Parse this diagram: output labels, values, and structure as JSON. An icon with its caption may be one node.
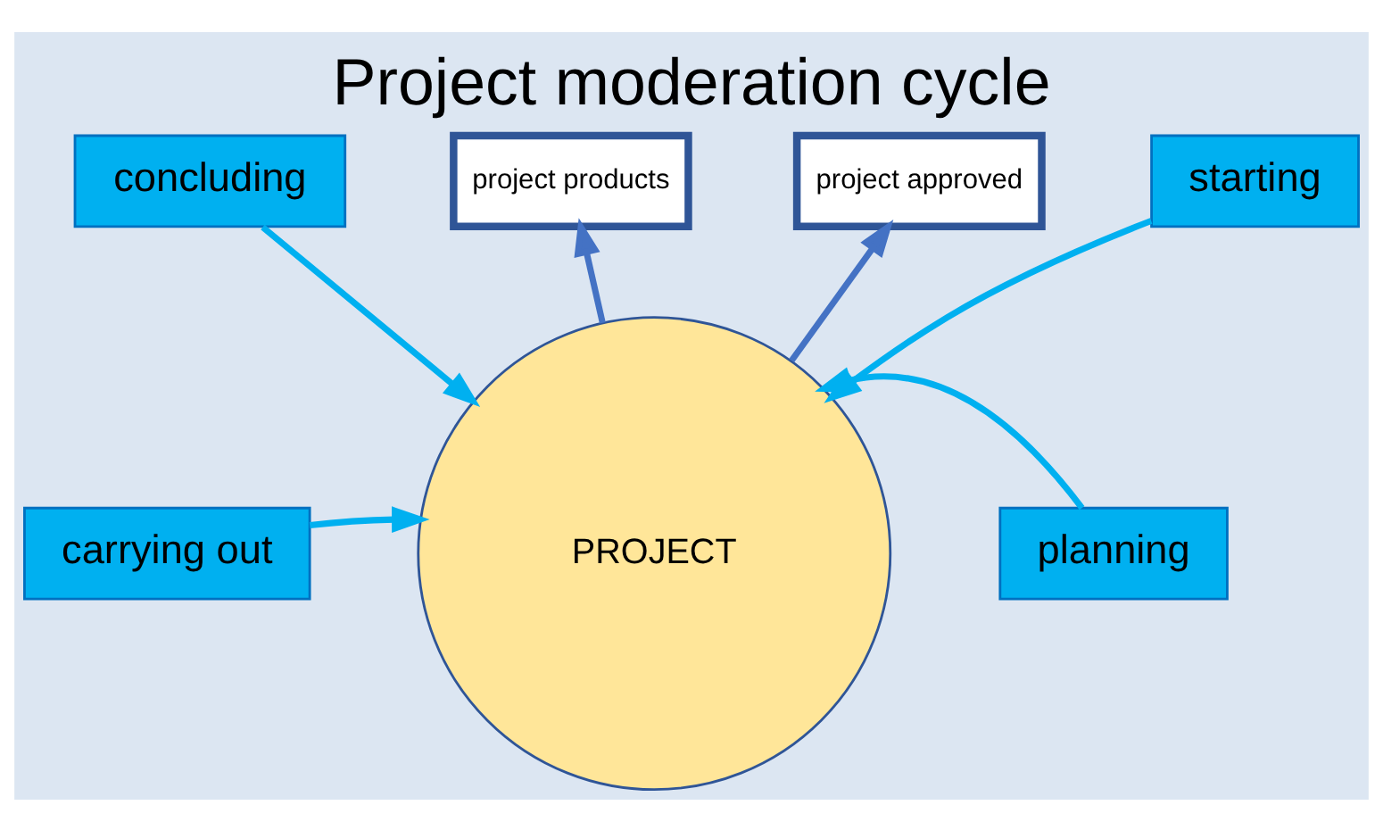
{
  "diagram": {
    "title": "Project moderation cycle",
    "nodes": [
      {
        "text": [
          "PROJECT"
        ]
      },
      {
        "text": [
          "project products"
        ]
      },
      {
        "text": [
          "project approved"
        ]
      },
      {
        "text": [
          "concluding"
        ]
      },
      {
        "text": [
          "starting"
        ]
      },
      {
        "text": [
          "carrying out"
        ]
      },
      {
        "text": [
          "planning"
        ]
      }
    ],
    "edges": [
      {
        "from": 0,
        "to": 1,
        "arrow": "to",
        "color": "#4472c4"
      },
      {
        "from": 0,
        "to": 2,
        "arrow": "to",
        "color": "#4472c4"
      },
      {
        "from": 3,
        "to": 0,
        "arrow": "to"
      },
      {
        "from": 4,
        "to": 0,
        "arrow": "to"
      },
      {
        "from": 5,
        "to": 0,
        "arrow": "to"
      },
      {
        "from": 6,
        "to": 0,
        "arrow": "to"
      }
    ]
  }
}
